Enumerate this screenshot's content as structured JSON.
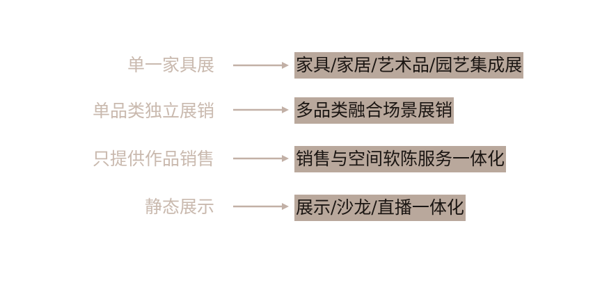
{
  "colors": {
    "label_text": "#c9b9ae",
    "arrow": "#c2b0a6",
    "box_fill": "#b9a89c",
    "box_text": "#1a1512"
  },
  "rows": [
    {
      "from": "单一家具展",
      "to": "家具/家居/艺术品/园艺集成展"
    },
    {
      "from": "单品类独立展销",
      "to": "多品类融合场景展销"
    },
    {
      "from": "只提供作品销售",
      "to": "销售与空间软陈服务一体化"
    },
    {
      "from": "静态展示",
      "to": "展示/沙龙/直播一体化"
    }
  ]
}
